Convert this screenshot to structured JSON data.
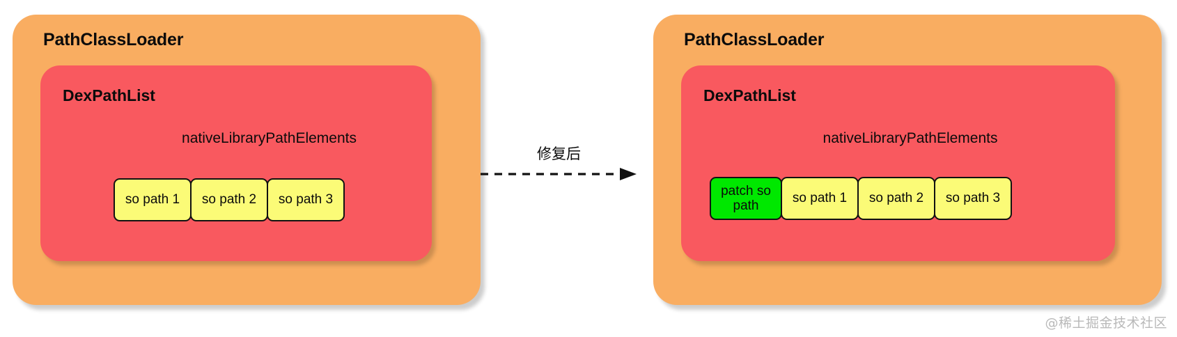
{
  "diagram": {
    "title_left": "PathClassLoader",
    "title_right": "PathClassLoader",
    "transition_label": "修复后",
    "watermark": "@稀土掘金技术社区",
    "colors": {
      "outer_container": "#f9ad61",
      "inner_container": "#f9595f",
      "path_chip": "#fbfb77",
      "patch_chip": "#00e800",
      "chip_border": "#111111",
      "text": "#0b0b0b",
      "watermark": "#b9b9b9",
      "background": "#ffffff"
    },
    "panels": [
      {
        "id": "before",
        "loader_title": "PathClassLoader",
        "dex_title": "DexPathList",
        "field_label": "nativeLibraryPathElements",
        "chips": [
          {
            "label": "so path 1",
            "kind": "yellow"
          },
          {
            "label": "so path 2",
            "kind": "yellow"
          },
          {
            "label": "so path 3",
            "kind": "yellow"
          }
        ]
      },
      {
        "id": "after",
        "loader_title": "PathClassLoader",
        "dex_title": "DexPathList",
        "field_label": "nativeLibraryPathElements",
        "chips": [
          {
            "label": "patch so path",
            "kind": "green"
          },
          {
            "label": "so path 1",
            "kind": "yellow"
          },
          {
            "label": "so path 2",
            "kind": "yellow"
          },
          {
            "label": "so path 3",
            "kind": "yellow"
          }
        ]
      }
    ]
  }
}
